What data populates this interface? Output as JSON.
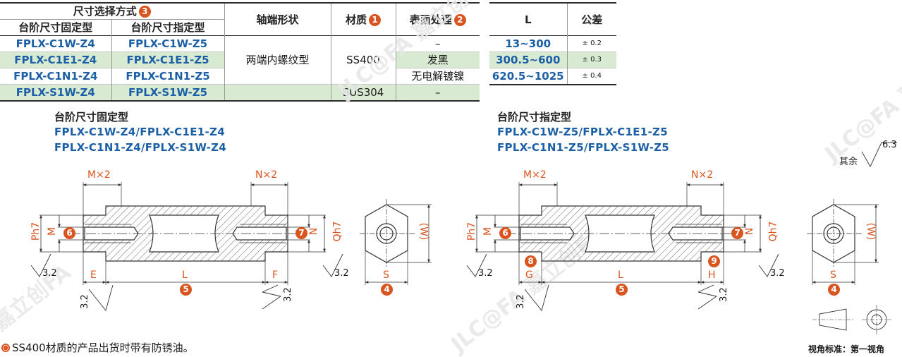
{
  "selection_table": {
    "group_header": "尺寸选择方式",
    "group_badge": "3",
    "col_fixed": "台阶尺寸固定型",
    "col_specified": "台阶尺寸指定型",
    "col_shape": "轴端形状",
    "col_material": "材质",
    "col_material_badge": "1",
    "col_surface": "表面处理",
    "col_surface_badge": "2",
    "rows": [
      {
        "fixed": "FPLX-C1W-Z4",
        "specified": "FPLX-C1W-Z5"
      },
      {
        "fixed": "FPLX-C1E1-Z4",
        "specified": "FPLX-C1E1-Z5"
      },
      {
        "fixed": "FPLX-C1N1-Z4",
        "specified": "FPLX-C1N1-Z5"
      },
      {
        "fixed": "FPLX-S1W-Z4",
        "specified": "FPLX-S1W-Z5"
      }
    ],
    "shape_value": "两端内螺纹型",
    "material_ss400": "SS400",
    "material_sus304": "SUS304",
    "surface_none_1": "–",
    "surface_black": "发黑",
    "surface_nickel": "无电解镀镍",
    "surface_none_2": "–"
  },
  "tolerance_table": {
    "col_l": "L",
    "col_tol": "公差",
    "rows": [
      {
        "range": "13~300",
        "tol": "± 0.2"
      },
      {
        "range": "300.5~600",
        "tol": "± 0.3"
      },
      {
        "range": "620.5~1025",
        "tol": "± 0.4"
      }
    ]
  },
  "left_drawing": {
    "title": "台阶尺寸固定型",
    "models_line1": "FPLX-C1W-Z4/FPLX-C1E1-Z4",
    "models_line2": "FPLX-C1N1-Z4/FPLX-S1W-Z4",
    "m_label": "M×2",
    "n_label": "N×2",
    "p_label": "Ph7",
    "m_side": "M",
    "m_badge": "6",
    "n_badge": "7",
    "n_side": "N",
    "q_label": "Qh7",
    "rough_left": "3.2",
    "rough_right": "3.2",
    "rough_bl": "3.2",
    "rough_br": "3.2",
    "e_label": "E",
    "l_label": "L",
    "f_label": "F",
    "l_badge": "5",
    "w_label": "(W)",
    "s_label": "S",
    "s_badge": "4"
  },
  "right_drawing": {
    "title": "台阶尺寸指定型",
    "models_line1": "FPLX-C1W-Z5/FPLX-C1E1-Z5",
    "models_line2": "FPLX-C1N1-Z5/FPLX-S1W-Z5",
    "m_label": "M×2",
    "n_label": "N×2",
    "p_label": "Ph7",
    "m_side": "M",
    "m_badge": "6",
    "n_badge": "7",
    "n_side": "N",
    "q_label": "Qh7",
    "rough_left": "3.2",
    "rough_right": "3.2",
    "rough_bl": "3.2",
    "rough_br": "3.2",
    "g_label": "G",
    "g_badge": "8",
    "h_label": "H",
    "h_badge": "9",
    "l_label": "L",
    "l_badge": "5",
    "w_label": "(W)",
    "s_label": "S",
    "s_badge": "4"
  },
  "roughness_note": {
    "label": "其余",
    "value": "6.3"
  },
  "footer_note": "SS400材质的产品出货时带有防锈油。",
  "view_standard": "视角标准：第一视角",
  "watermark_text": "JLC@FA 嘉立创FA",
  "colors": {
    "accent_blue": "#1b5fa6",
    "badge_orange": "#d9541e",
    "row_green": "#d9ead3"
  }
}
